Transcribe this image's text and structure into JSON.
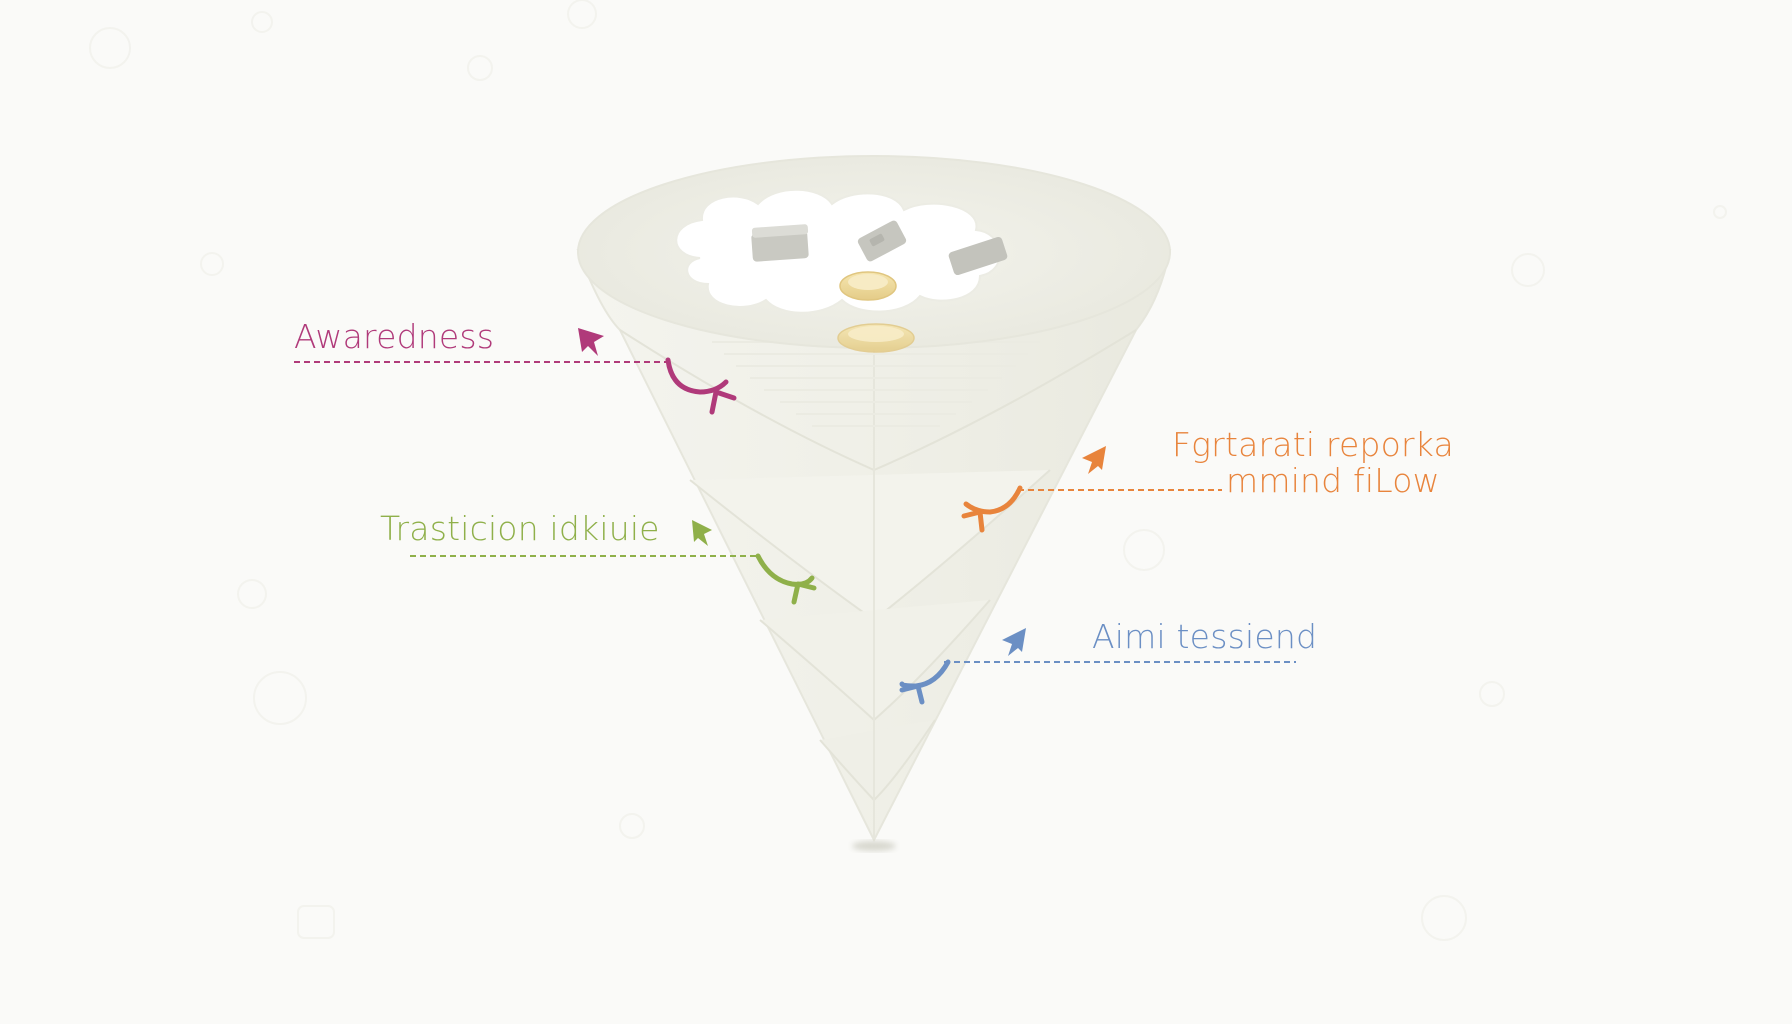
{
  "diagram": {
    "type": "funnel",
    "background": "#fafaf8",
    "funnel_fill": "#efefe6",
    "funnel_edge": "#e2e2d6",
    "stages": [
      {
        "id": "awareness",
        "label": "Awaredness",
        "color": "#b03a7a"
      },
      {
        "id": "transition",
        "label": "Trasticion idkiuie",
        "color": "#8fb04a"
      },
      {
        "id": "fgrtarati",
        "label": "Fgrtarati reporka",
        "label_line2": "mmind fiLow",
        "color": "#e8843c"
      },
      {
        "id": "aimi",
        "label": "Aimi tessiend",
        "color": "#6b8fc4"
      }
    ],
    "top_items": [
      "stone-card-icon",
      "stone-card-icon",
      "stone-card-icon",
      "gold-coin-icon",
      "gold-coin-icon"
    ]
  }
}
